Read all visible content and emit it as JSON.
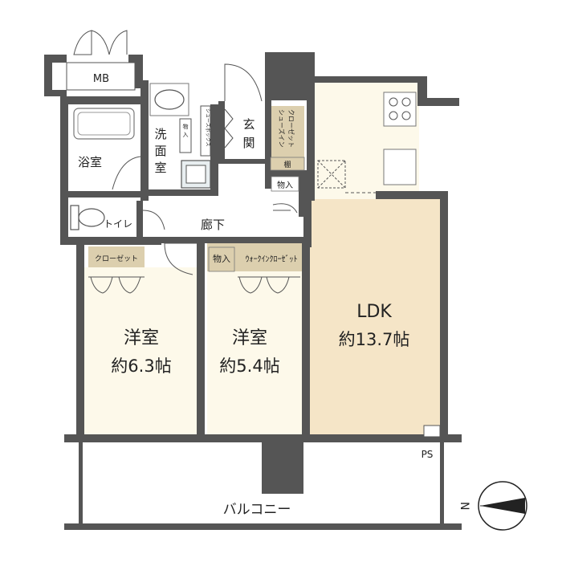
{
  "floorplan": {
    "rooms": {
      "mb": "MB",
      "bath": "浴室",
      "washroom": "洗面室",
      "toilet": "トイレ",
      "entrance": "玄関",
      "hallway": "廊下",
      "closet_small": "クローゼット",
      "storage1": "物入",
      "storage2": "物入",
      "storage3": "物入",
      "walk_in_closet": "ウォークインクローゼット",
      "shoes_box": "シューズボックス",
      "shoes_in_closet": "シューズイン クローゼット",
      "shelf": "棚",
      "western1_name": "洋室",
      "western1_size": "約6.3帖",
      "western2_name": "洋室",
      "western2_size": "約5.4帖",
      "ldk_name": "LDK",
      "ldk_size": "約13.7帖",
      "ps": "PS",
      "balcony": "バルコニー",
      "north": "N"
    },
    "colors": {
      "wall": "#555555",
      "floor_wood": "#f3e6cc",
      "floor_plain": "#ffffff",
      "floor_light": "#fdf9ea",
      "storage_fill": "#dccfae",
      "ldk_floor": "#f5e5c7"
    }
  }
}
